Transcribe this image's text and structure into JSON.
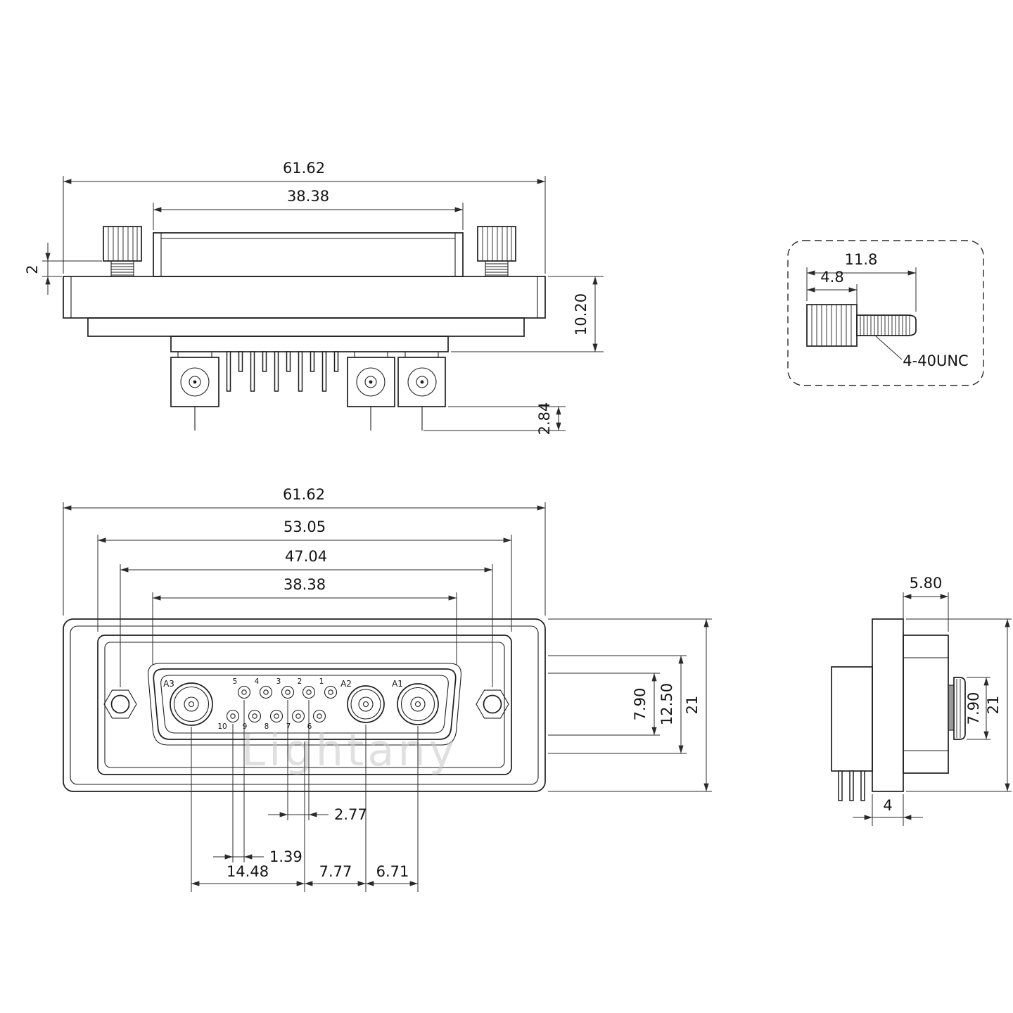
{
  "watermark": "Lightany",
  "top_view": {
    "dim_overall_width": "61.62",
    "dim_shell_width": "38.38",
    "dim_screw_standoff": "2",
    "dim_body_depth": "10.20",
    "dim_pin_protrusion": "2.84"
  },
  "screw_detail": {
    "dim_screw_length": "11.8",
    "dim_head_length": "4.8",
    "thread_label": "4-40UNC"
  },
  "front_view": {
    "dim_overall_width": "61.62",
    "dim_flange_width": "53.05",
    "dim_mount_span": "47.04",
    "dim_shell_width": "38.38",
    "dim_coax_height": "7.90",
    "dim_cavity_height": "12.50",
    "dim_overall_height": "21",
    "dim_pin_pitch": "2.77",
    "dim_row_offset": "1.39",
    "dim_a3_offset": "14.48",
    "dim_a2_offset": "7.77",
    "dim_a1_offset": "6.71",
    "contact_labels": {
      "a1": "A1",
      "a2": "A2",
      "a3": "A3"
    },
    "pins_top": [
      "5",
      "4",
      "3",
      "2",
      "1"
    ],
    "pins_bottom": [
      "10",
      "9",
      "8",
      "7",
      "6"
    ]
  },
  "side_view": {
    "dim_shell_depth": "5.80",
    "dim_screw_diameter": "7.90",
    "dim_overall_height": "21",
    "dim_flange_thickness": "4"
  }
}
